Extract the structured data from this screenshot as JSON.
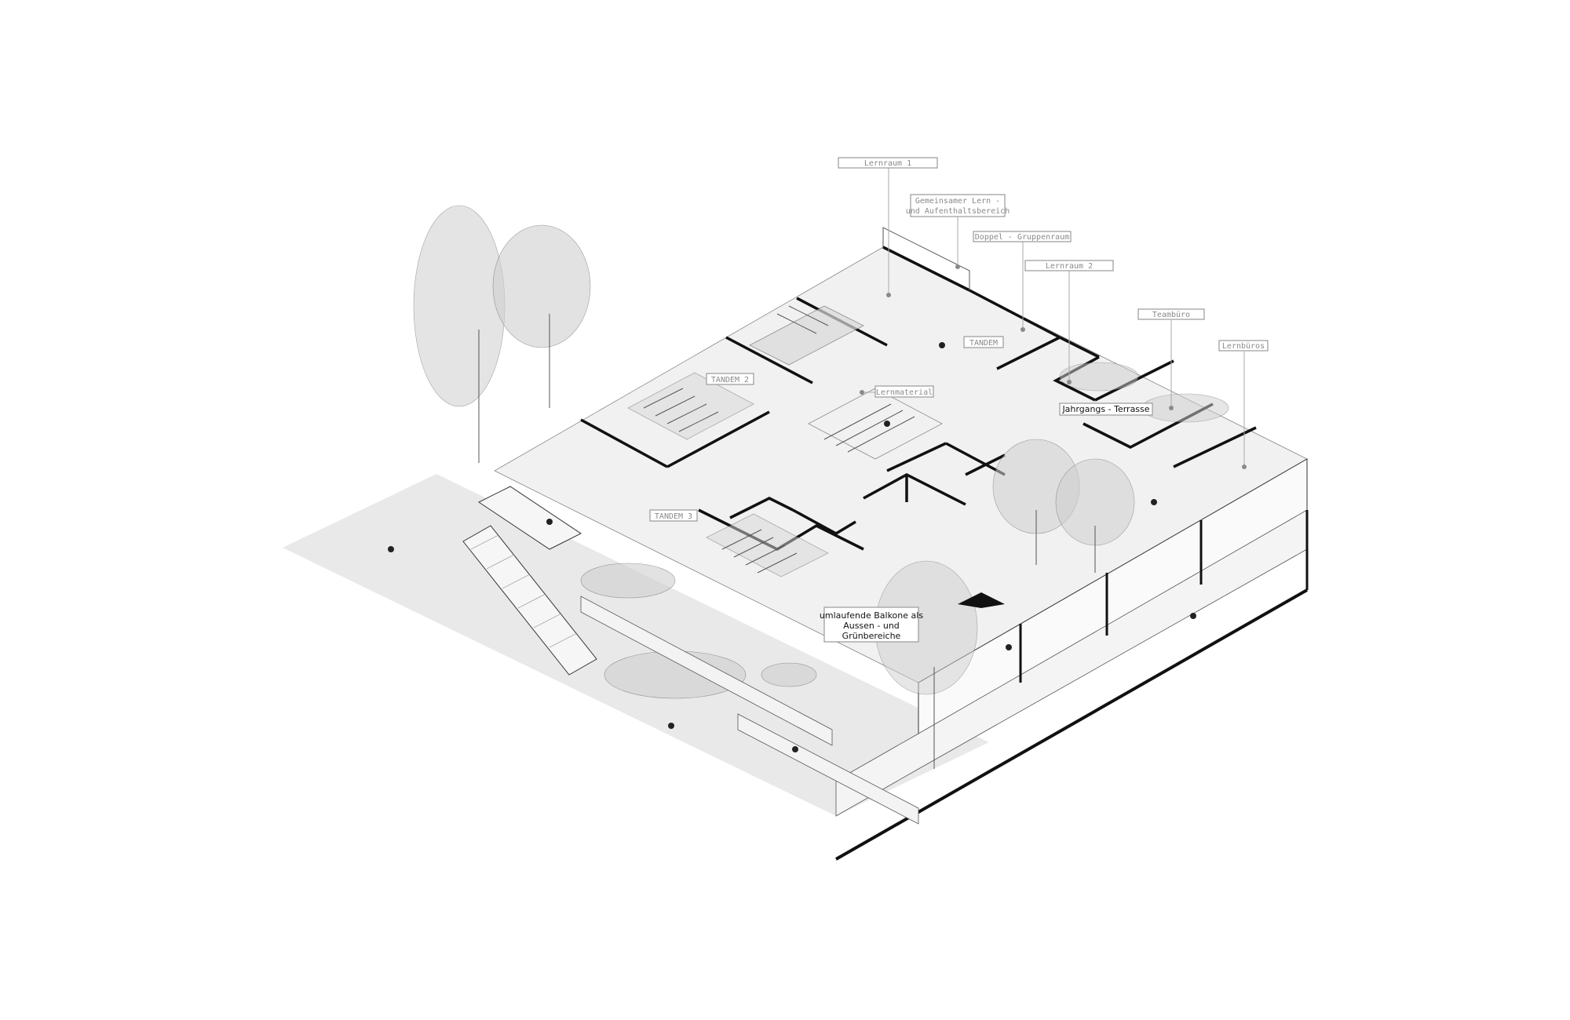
{
  "labels": {
    "lernraum_1": "Lernraum 1",
    "gemeinsamer_line1": "Gemeinsamer Lern -",
    "gemeinsamer_line2": "und Aufenthaltsbereich",
    "doppel_gruppenraum": "Doppel - Gruppenraum",
    "lernraum_2": "Lernraum 2",
    "teambuero": "Teambüro",
    "lernbueros": "Lernbüros",
    "tandem": "TANDEM",
    "tandem_2": "TANDEM 2",
    "tandem_3": "TANDEM 3",
    "lernmaterial": "Lernmaterial",
    "jahrgangs_terrasse": "Jahrgangs - Terrasse",
    "balkone_line1": "umlaufende Balkone als",
    "balkone_line2": "Aussen - und",
    "balkone_line3": "Grünbereiche"
  },
  "colors": {
    "wall": "#111111",
    "ground": "#e9e9e9",
    "label_text": "#8a8a8a",
    "label_border": "#9a9a9a"
  }
}
